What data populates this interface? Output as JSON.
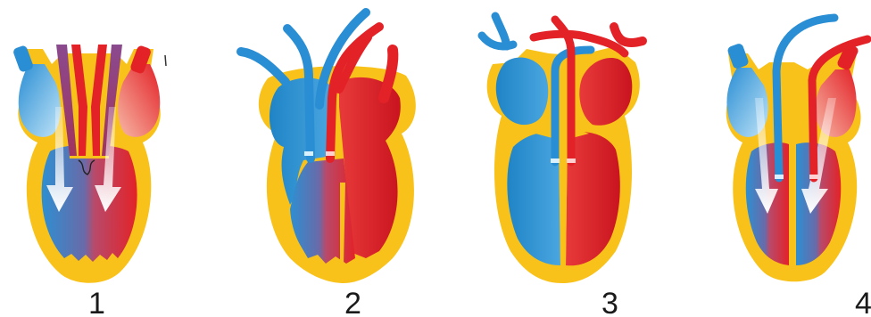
{
  "hearts": [
    {
      "label": "1"
    },
    {
      "label": "2"
    },
    {
      "label": "3"
    },
    {
      "label": "4"
    }
  ],
  "colors": {
    "wall": "#f8c21a",
    "oxygenated": "#e0202a",
    "deoxygenated": "#2f90d0",
    "mixed": "#8a4a8e",
    "background": "#ffffff"
  }
}
